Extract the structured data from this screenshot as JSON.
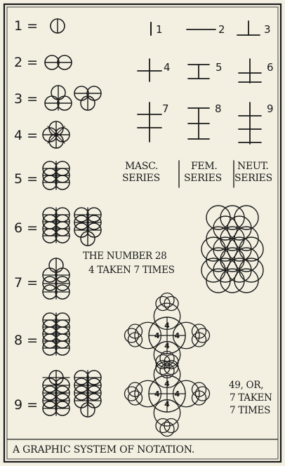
{
  "left_column": {
    "labels": [
      "1 =",
      "2 =",
      "3 =",
      "4 =",
      "5 =",
      "6 =",
      "7 =",
      "8 =",
      "9 ="
    ]
  },
  "symbols": {
    "labels": [
      "1",
      "2",
      "3",
      "4",
      "5",
      "6",
      "7",
      "8",
      "9"
    ]
  },
  "series": {
    "masc": [
      "MASC.",
      "SERIES"
    ],
    "fem": [
      "FEM.",
      "SERIES"
    ],
    "neut": [
      "NEUT.",
      "SERIES"
    ]
  },
  "captions": {
    "number_28": [
      "THE NUMBER 28",
      "4 TAKEN 7 TIMES"
    ],
    "number_49": [
      "49, OR,",
      "7 TAKEN",
      "7 TIMES"
    ],
    "quadrant_mark": "4"
  },
  "title": "A GRAPHIC SYSTEM OF NOTATION."
}
